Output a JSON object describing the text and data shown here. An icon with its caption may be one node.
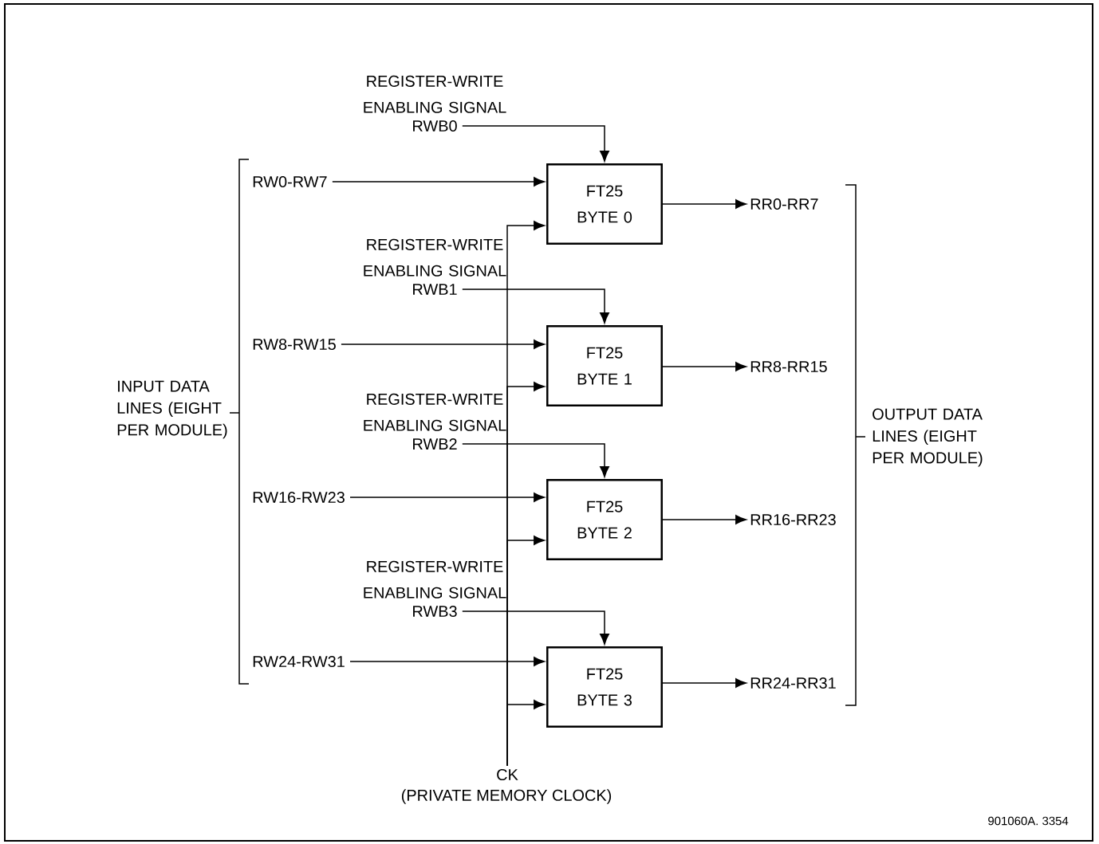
{
  "diagram": {
    "nodes": [
      {
        "text": [
          "FT25 BYTE 0"
        ]
      },
      {
        "text": [
          "FT25 BYTE 1"
        ]
      },
      {
        "text": [
          "FT25 BYTE 2"
        ]
      },
      {
        "text": [
          "FT25 BYTE 3"
        ]
      },
      {
        "text": [
          "REGISTER-WRITE ENABLING SIGNAL",
          "RWB0"
        ]
      },
      {
        "text": [
          "REGISTER-WRITE ENABLING SIGNAL",
          "RWB1"
        ]
      },
      {
        "text": [
          "REGISTER-WRITE ENABLING SIGNAL",
          "RWB2"
        ]
      },
      {
        "text": [
          "REGISTER-WRITE ENABLING SIGNAL",
          "RWB3"
        ]
      },
      {
        "text": [
          "RW0-RW7"
        ]
      },
      {
        "text": [
          "RW8-RW15"
        ]
      },
      {
        "text": [
          "RW16-RW23"
        ]
      },
      {
        "text": [
          "RW24-RW31"
        ]
      },
      {
        "text": [
          "RR0-RR7"
        ]
      },
      {
        "text": [
          "RR8-RR15"
        ]
      },
      {
        "text": [
          "RR16-RR23"
        ]
      },
      {
        "text": [
          "RR24-RR31"
        ]
      },
      {
        "text": [
          "CK",
          "(PRIVATE MEMORY CLOCK)"
        ]
      }
    ],
    "edges": [
      {
        "from": 4,
        "to": 0,
        "arrow": "to"
      },
      {
        "from": 5,
        "to": 1,
        "arrow": "to"
      },
      {
        "from": 6,
        "to": 2,
        "arrow": "to"
      },
      {
        "from": 7,
        "to": 3,
        "arrow": "to"
      },
      {
        "from": 8,
        "to": 0,
        "arrow": "to"
      },
      {
        "from": 9,
        "to": 1,
        "arrow": "to"
      },
      {
        "from": 10,
        "to": 2,
        "arrow": "to"
      },
      {
        "from": 11,
        "to": 3,
        "arrow": "to"
      },
      {
        "from": 0,
        "to": 12,
        "arrow": "to"
      },
      {
        "from": 1,
        "to": 13,
        "arrow": "to"
      },
      {
        "from": 2,
        "to": 14,
        "arrow": "to"
      },
      {
        "from": 3,
        "to": 15,
        "arrow": "to"
      },
      {
        "from": 16,
        "to": 0,
        "arrow": "to"
      },
      {
        "from": 16,
        "to": 1,
        "arrow": "to"
      },
      {
        "from": 16,
        "to": 2,
        "arrow": "to"
      },
      {
        "from": 16,
        "to": 3,
        "arrow": "to"
      }
    ],
    "labels": [
      "INPUT DATA LINES (EIGHT PER MODULE)",
      "OUTPUT DATA LINES (EIGHT PER MODULE)",
      "901060A. 3354"
    ]
  }
}
